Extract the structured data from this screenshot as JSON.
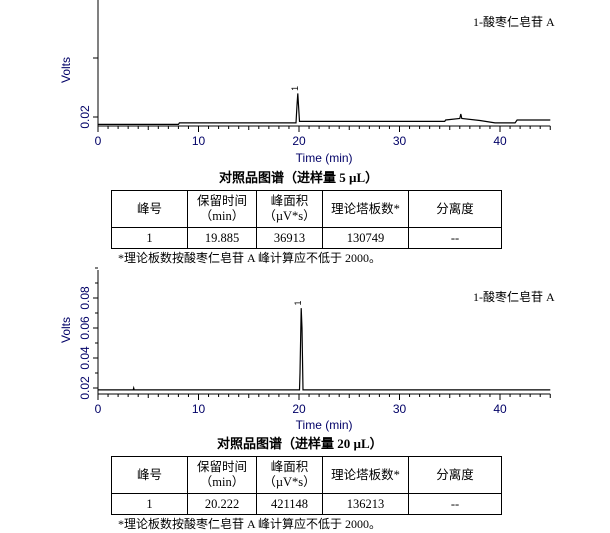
{
  "chart_data": [
    {
      "type": "line",
      "xlabel": "Time (min)",
      "ylabel": "Volts",
      "xlim": [
        0,
        45
      ],
      "ylim": [
        0.015,
        0.06
      ],
      "x_ticks": [
        "0",
        "10",
        "20",
        "30",
        "40"
      ],
      "y_ticks": [
        "0.02"
      ],
      "legend": "1-酸枣仁皂苷 A",
      "peak_label": "1",
      "caption": "对照品图谱（进样量 5 µL）",
      "series": [
        {
          "name": "chromatogram",
          "points": [
            [
              0,
              0.0175
            ],
            [
              8,
              0.0175
            ],
            [
              8.1,
              0.018
            ],
            [
              19.7,
              0.018
            ],
            [
              19.8,
              0.024
            ],
            [
              19.885,
              0.028
            ],
            [
              19.95,
              0.024
            ],
            [
              20.05,
              0.0185
            ],
            [
              34.5,
              0.0185
            ],
            [
              34.6,
              0.019
            ],
            [
              36,
              0.0195
            ],
            [
              36.1,
              0.021
            ],
            [
              36.2,
              0.0195
            ],
            [
              38,
              0.0188
            ],
            [
              39.5,
              0.018
            ],
            [
              41.5,
              0.018
            ],
            [
              41.7,
              0.019
            ],
            [
              45,
              0.019
            ]
          ]
        }
      ]
    },
    {
      "type": "line",
      "xlabel": "Time (min)",
      "ylabel": "Volts",
      "xlim": [
        0,
        45
      ],
      "ylim": [
        0.016,
        0.1
      ],
      "x_ticks": [
        "0",
        "10",
        "20",
        "30",
        "40"
      ],
      "y_ticks": [
        "0.02",
        "0.04",
        "0.06",
        "0.08"
      ],
      "legend": "1-酸枣仁皂苷 A",
      "peak_label": "1",
      "caption": "对照品图谱（进样量 20 µL）",
      "series": [
        {
          "name": "chromatogram",
          "points": [
            [
              0,
              0.0187
            ],
            [
              3.5,
              0.0187
            ],
            [
              3.55,
              0.02
            ],
            [
              3.6,
              0.0187
            ],
            [
              20.05,
              0.0187
            ],
            [
              20.1,
              0.03
            ],
            [
              20.222,
              0.0733
            ],
            [
              20.3,
              0.06
            ],
            [
              20.4,
              0.0187
            ],
            [
              45,
              0.0187
            ]
          ]
        }
      ]
    }
  ],
  "tables": [
    {
      "headers": [
        "峰号",
        "保留时间",
        "（min）",
        "峰面积",
        "（µV*s）",
        "理论塔板数*",
        "分离度"
      ],
      "row": [
        "1",
        "19.885",
        "36913",
        "130749",
        "--"
      ],
      "note": "*理论板数按酸枣仁皂苷 A 峰计算应不低于 2000。"
    },
    {
      "headers": [
        "峰号",
        "保留时间",
        "（min）",
        "峰面积",
        "（µV*s）",
        "理论塔板数*",
        "分离度"
      ],
      "row": [
        "1",
        "20.222",
        "421148",
        "136213",
        "--"
      ],
      "note": "*理论板数按酸枣仁皂苷 A 峰计算应不低于 2000。"
    }
  ],
  "colors": {
    "axis_label": "#000066",
    "line": "#000000"
  }
}
